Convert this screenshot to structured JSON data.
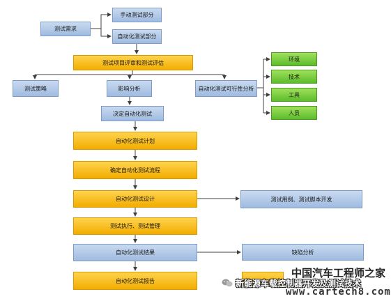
{
  "nodes": {
    "test_requirements": "测试需求",
    "manual_part": "手动测试部分",
    "automation_part": "自动化测试部分",
    "review_evaluation": "测试项目评审和测试评估",
    "test_strategy": "测试策略",
    "impact_analysis": "影响分析",
    "feasibility_analysis": "自动化测试可行性分析",
    "environment": "环境",
    "technology": "技术",
    "tools": "工具",
    "personnel": "人员",
    "decide_automation": "决定自动化测试",
    "automation_plan": "自动化测试计划",
    "define_process": "确定自动化测试流程",
    "automation_design": "自动化测试设计",
    "case_script_dev": "测试用例、测试脚本开发",
    "execution_management": "测试执行、测试管理",
    "automation_results": "自动化测试结果",
    "defect_analysis": "缺陷分析",
    "automation_report": "自动化测试报告"
  },
  "watermark": {
    "line1": "中国汽车工程师之家",
    "line2": "新能源车载控制器开发及测试技术",
    "line3": "www.cartech8.com"
  },
  "colors": {
    "blue_fill": "#b8cfeb",
    "yellow_fill": "#f6b800",
    "green_fill": "#7ccf3f",
    "connector": "#404040"
  }
}
